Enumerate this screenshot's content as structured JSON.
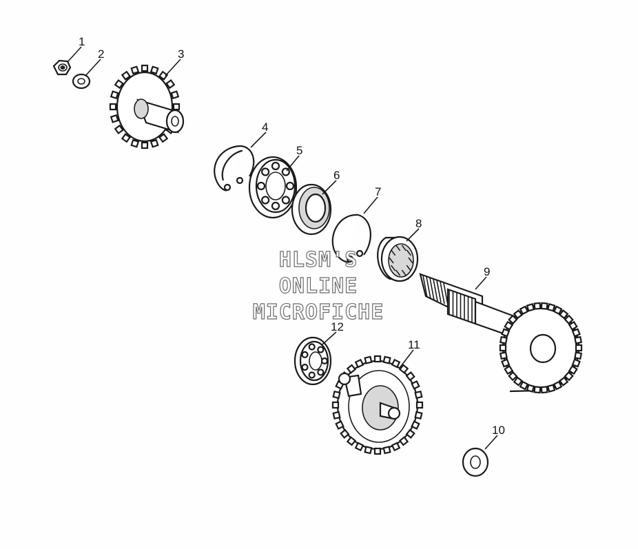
{
  "diagram": {
    "callouts": [
      {
        "id": "c1",
        "label": "1"
      },
      {
        "id": "c2",
        "label": "2"
      },
      {
        "id": "c3",
        "label": "3"
      },
      {
        "id": "c4",
        "label": "4"
      },
      {
        "id": "c5",
        "label": "5"
      },
      {
        "id": "c6",
        "label": "6"
      },
      {
        "id": "c7",
        "label": "7"
      },
      {
        "id": "c8",
        "label": "8"
      },
      {
        "id": "c9",
        "label": "9"
      },
      {
        "id": "c10",
        "label": "10"
      },
      {
        "id": "c11",
        "label": "11"
      },
      {
        "id": "c12",
        "label": "12"
      }
    ]
  },
  "watermark": {
    "line1": "HLSM'S",
    "line2": "ONLINE",
    "line3": "MICROFICHE"
  }
}
